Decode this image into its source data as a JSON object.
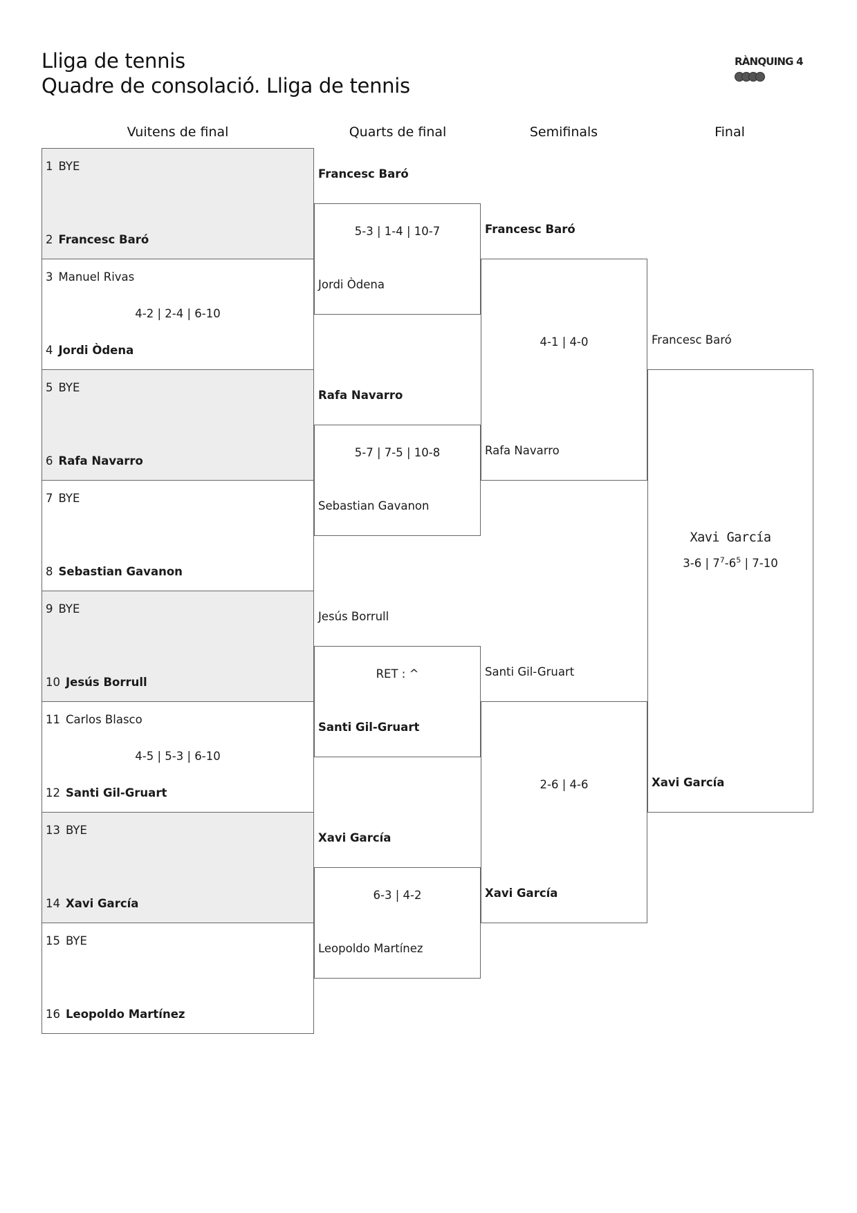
{
  "header": {
    "title": "Lliga de tennis",
    "subtitle": "Quadre de consolació. Lliga de tennis",
    "logo_text": "RÀNQUING 4"
  },
  "rounds": [
    "Vuitens de final",
    "Quarts de final",
    "Semifinals",
    "Final"
  ],
  "r16": [
    {
      "seed_a": "1",
      "name_a": "BYE",
      "seed_b": "2",
      "name_b": "Francesc Baró",
      "score": "",
      "winner": "b",
      "shaded": true
    },
    {
      "seed_a": "3",
      "name_a": "Manuel Rivas",
      "seed_b": "4",
      "name_b": "Jordi Òdena",
      "score": "4-2 | 2-4 | 6-10",
      "winner": "b",
      "shaded": false
    },
    {
      "seed_a": "5",
      "name_a": "BYE",
      "seed_b": "6",
      "name_b": "Rafa Navarro",
      "score": "",
      "winner": "b",
      "shaded": true
    },
    {
      "seed_a": "7",
      "name_a": "BYE",
      "seed_b": "8",
      "name_b": "Sebastian Gavanon",
      "score": "",
      "winner": "b",
      "shaded": false
    },
    {
      "seed_a": "9",
      "name_a": "BYE",
      "seed_b": "10",
      "name_b": "Jesús Borrull",
      "score": "",
      "winner": "b",
      "shaded": true
    },
    {
      "seed_a": "11",
      "name_a": "Carlos Blasco",
      "seed_b": "12",
      "name_b": "Santi Gil-Gruart",
      "score": "4-5 | 5-3 | 6-10",
      "winner": "b",
      "shaded": false
    },
    {
      "seed_a": "13",
      "name_a": "BYE",
      "seed_b": "14",
      "name_b": "Xavi García",
      "score": "",
      "winner": "b",
      "shaded": true
    },
    {
      "seed_a": "15",
      "name_a": "BYE",
      "seed_b": "16",
      "name_b": "Leopoldo Martínez",
      "score": "",
      "winner": "b",
      "shaded": false
    }
  ],
  "qf": [
    {
      "name_a": "Francesc Baró",
      "name_b": "Jordi Òdena",
      "score": "5-3 | 1-4 | 10-7",
      "winner": "a"
    },
    {
      "name_a": "Rafa Navarro",
      "name_b": "Sebastian Gavanon",
      "score": "5-7 | 7-5 | 10-8",
      "winner": "a"
    },
    {
      "name_a": "Jesús Borrull",
      "name_b": "Santi Gil-Gruart",
      "score": "RET : ^",
      "winner": "b"
    },
    {
      "name_a": "Xavi García",
      "name_b": "Leopoldo Martínez",
      "score": "6-3 | 4-2",
      "winner": "a"
    }
  ],
  "sf": [
    {
      "name_a": "Francesc Baró",
      "name_b": "Rafa Navarro",
      "score": "4-1 | 4-0",
      "winner": "a"
    },
    {
      "name_a": "Santi Gil-Gruart",
      "name_b": "Xavi García",
      "score": "2-6 | 4-6",
      "winner": "b"
    }
  ],
  "final": {
    "name_a": "Francesc Baró",
    "name_b": "Xavi García",
    "winner": "b",
    "champion": "Xavi García",
    "score_parts": [
      "3-6 | 7",
      "7",
      "-6",
      "5",
      " | 7-10"
    ]
  }
}
